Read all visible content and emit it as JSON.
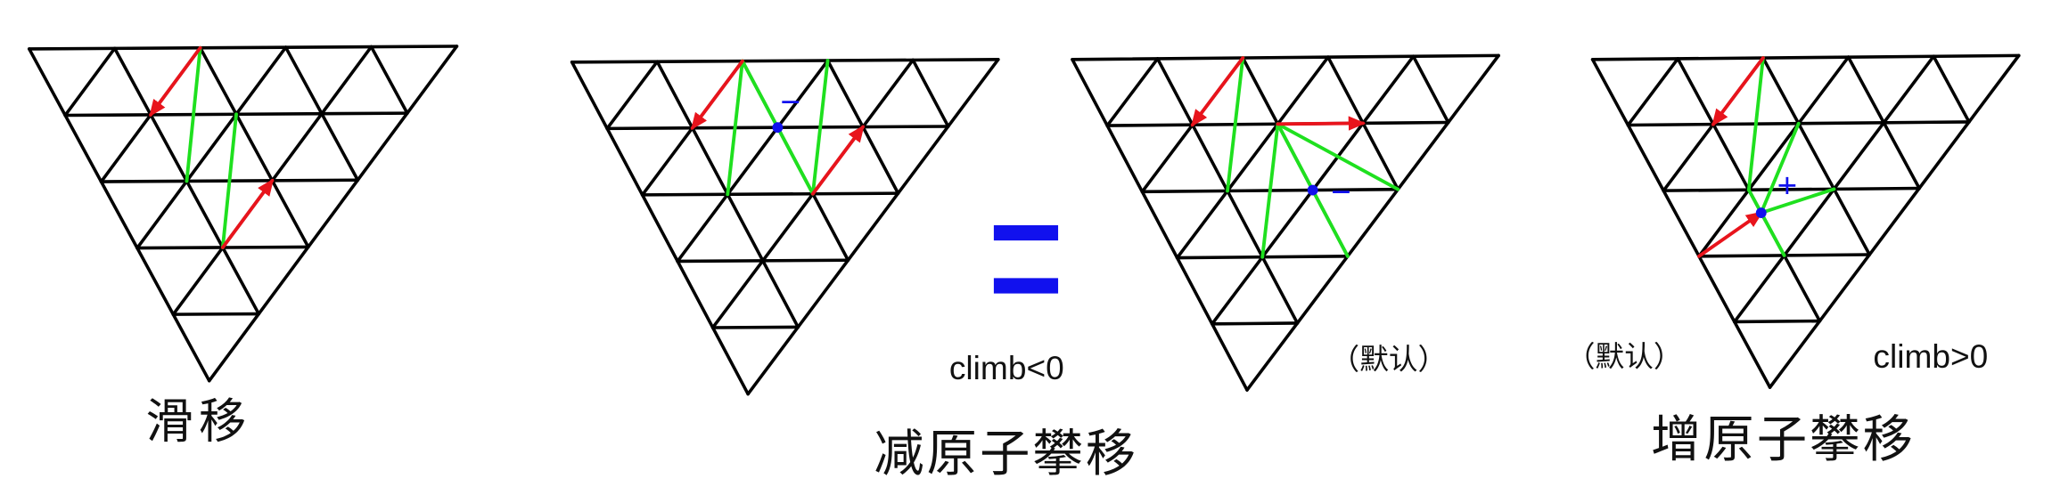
{
  "colors": {
    "lattice": "#000000",
    "dislocation_arrow": "#e8141c",
    "burgers_line": "#1fe01f",
    "marker": "#1111ee"
  },
  "panel_slip": {
    "caption": "滑移"
  },
  "panel_vacancy_climb": {
    "caption": "减原子攀移",
    "equals_sign": "=",
    "condition": "climb<0",
    "sign": "−"
  },
  "panel_vacancy_default": {
    "note": "（默认）",
    "sign": "−"
  },
  "panel_interstitial_climb": {
    "note": "（默认）",
    "condition": "climb>0",
    "caption": "增原子攀移",
    "sign": "+"
  }
}
